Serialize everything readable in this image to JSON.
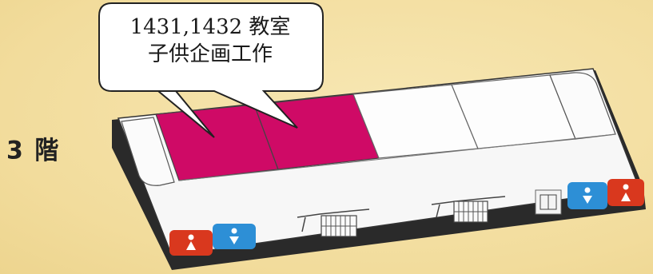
{
  "floor": {
    "label": "3 階"
  },
  "callout": {
    "line1": "1431,1432 教室",
    "line2": "子供企画工作"
  },
  "colors": {
    "background": "#f3dfa0",
    "highlight_room": "#cf0a66",
    "mens_sign": "#2d8fd6",
    "womens_sign": "#d9381e",
    "floor_base": "#2a2a2a"
  },
  "icons": {
    "restroom_left": [
      "female-restroom-icon",
      "male-restroom-icon"
    ],
    "restroom_right": [
      "male-restroom-icon",
      "female-restroom-icon"
    ],
    "stairs": "stairs-icon",
    "elevator": "elevator-icon"
  }
}
